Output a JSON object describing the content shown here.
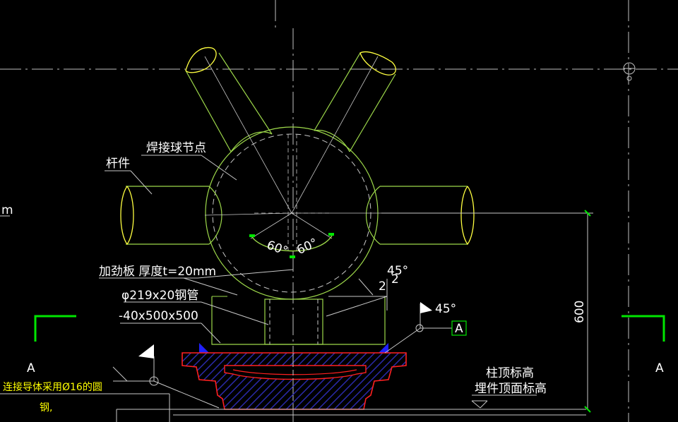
{
  "drawing": {
    "labels": {
      "welded_ball_node": "焊接球节点",
      "rod": "杆件",
      "angle_left": "60°",
      "angle_right": "60°",
      "stiffener": "加劲板 厚度t=20mm",
      "steel_pipe": "φ219x20钢管",
      "plate": "-40x500x500",
      "angle_45_top": "45°",
      "weld_size": "2",
      "weld_size2": "2",
      "angle_45_flag": "45°",
      "section_ref": "A",
      "dimension_600": "600",
      "section_mark_left": "A",
      "section_mark_right": "A",
      "column_top_elev": "柱顶标高",
      "embed_top_elev": "埋件顶面标高",
      "note_line1": "连接导体采用Ø16的圆",
      "note_line2": "钢,",
      "edge_fragment": "m"
    },
    "colors": {
      "member": "#9dd84a",
      "dashed": "#c8c8c8",
      "leader": "#c8c8c8",
      "bearing": "#ff2020",
      "hatch": "#2a2aa8",
      "green_mark": "#00e600",
      "yellow": "#ffff00",
      "blue_weld": "#2020ff"
    }
  }
}
